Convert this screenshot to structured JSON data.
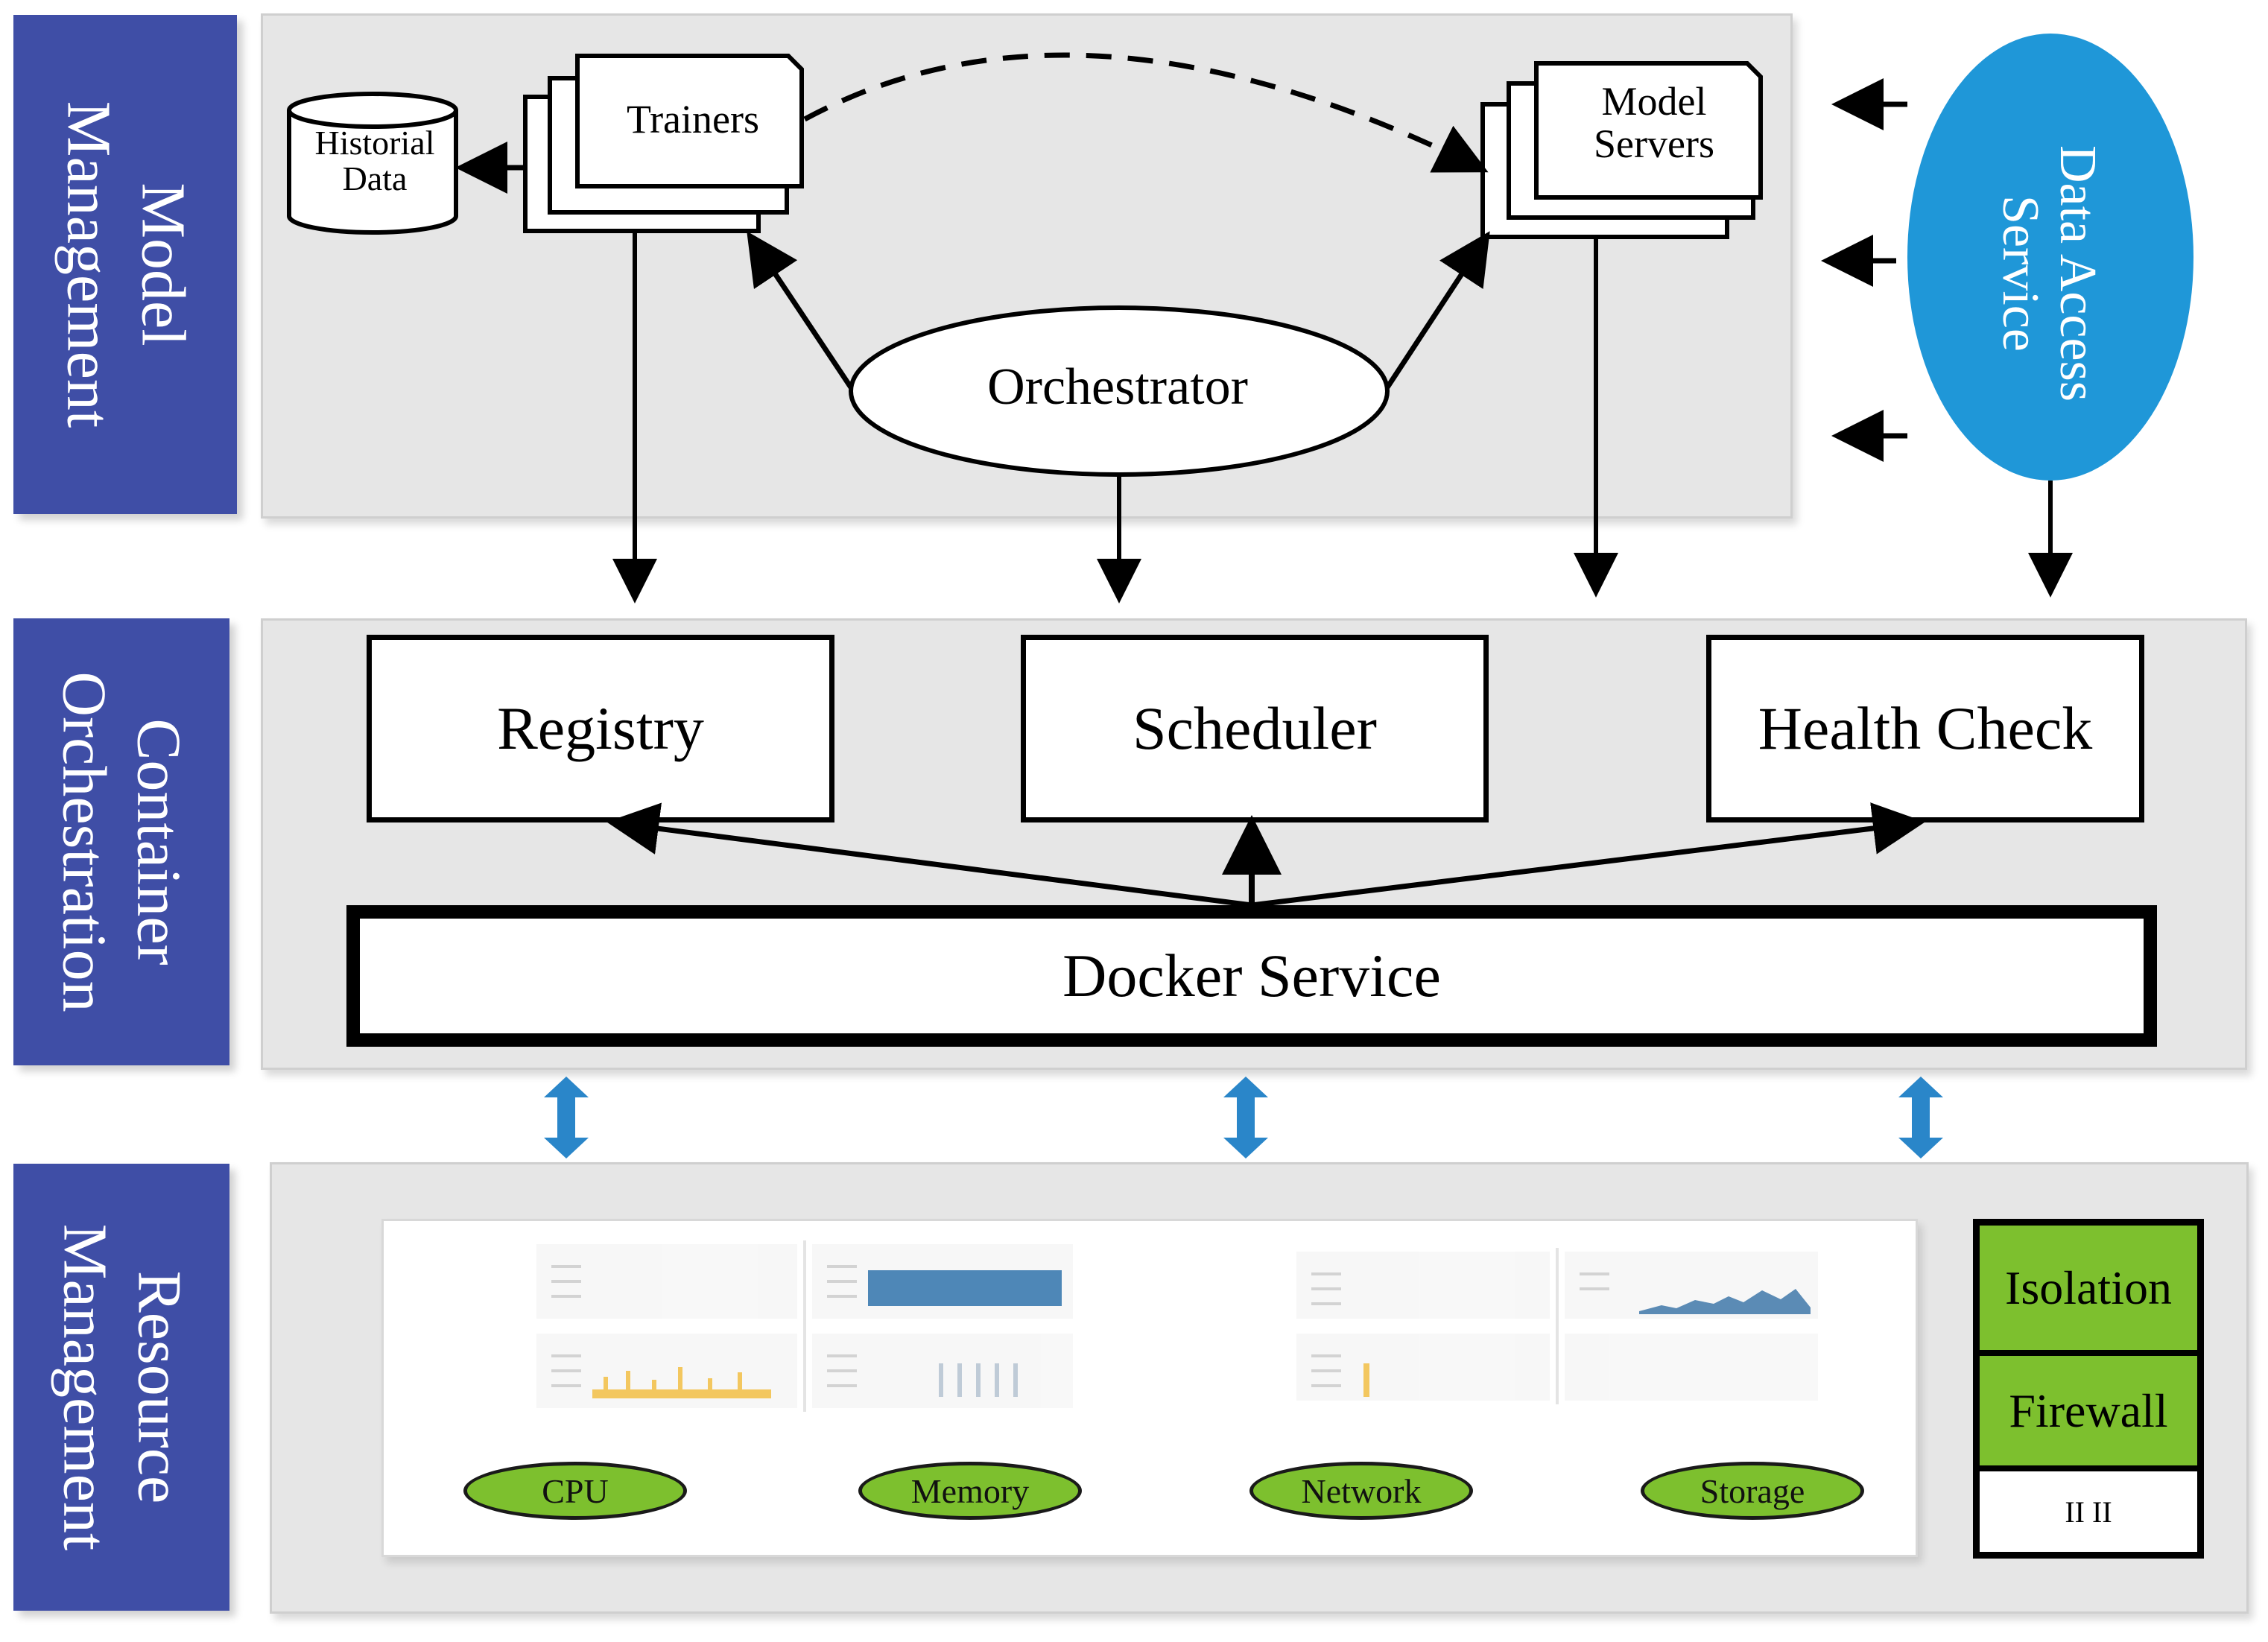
{
  "layers": {
    "model": "Model\nManagement",
    "container": "Container\nOrchestration",
    "resource": "Resource\nManagement"
  },
  "model_management": {
    "historical_data": "Historial\nData",
    "trainers": "Trainers",
    "model_servers": "Model\nServers",
    "orchestrator": "Orchestrator",
    "data_access_service": "Data Access\nService"
  },
  "container_orchestration": {
    "registry": "Registry",
    "scheduler": "Scheduler",
    "health_check": "Health Check",
    "docker_service": "Docker Service"
  },
  "resource_management": {
    "resources": [
      "CPU",
      "Memory",
      "Network",
      "Storage"
    ],
    "security": [
      "Isolation",
      "Firewall",
      "II II"
    ]
  },
  "colors": {
    "layer_label_bg": "#3f4ea6",
    "panel_bg": "#e6e6e6",
    "data_access_bg": "#1f97d8",
    "resource_pill": "#7dc02e",
    "security_green": "#7dc02e",
    "double_arrow": "#2a86c9",
    "chart_blue": "#3b7bb0",
    "chart_yellow": "#f2c14e"
  },
  "icons": [
    "left-arrow-icon",
    "double-arrow-icon",
    "database-cylinder-icon"
  ]
}
